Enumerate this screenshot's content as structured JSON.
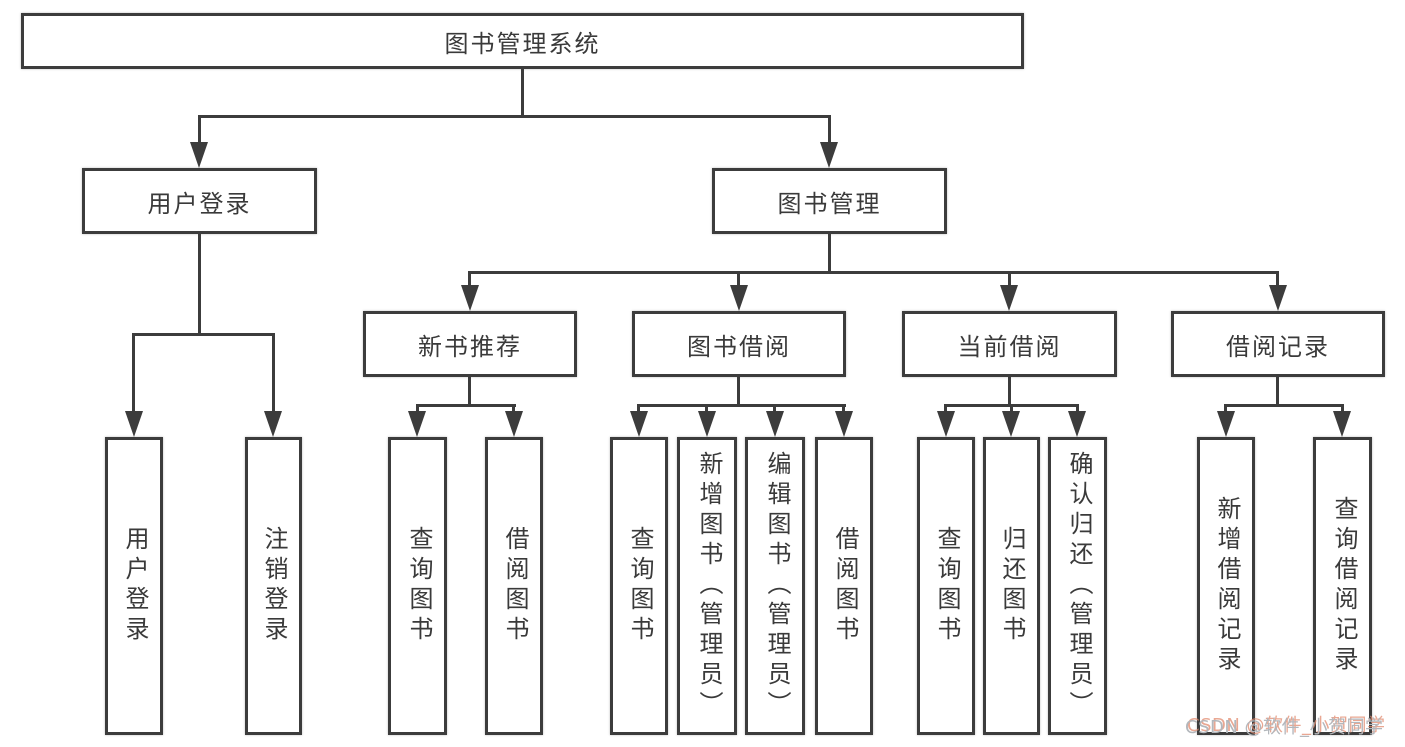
{
  "diagram": {
    "title_note": "functional structure tree",
    "root": {
      "label": "图书管理系统"
    },
    "branches": [
      {
        "label": "用户登录",
        "children": [
          {
            "label": "用户登录"
          },
          {
            "label": "注销登录"
          }
        ]
      },
      {
        "label": "图书管理",
        "children": [
          {
            "label": "新书推荐",
            "children": [
              {
                "label": "查询图书"
              },
              {
                "label": "借阅图书"
              }
            ]
          },
          {
            "label": "图书借阅",
            "children": [
              {
                "label": "查询图书"
              },
              {
                "label": "新增图书（管理员）"
              },
              {
                "label": "编辑图书（管理员）"
              },
              {
                "label": "借阅图书"
              }
            ]
          },
          {
            "label": "当前借阅",
            "children": [
              {
                "label": "查询图书"
              },
              {
                "label": "归还图书"
              },
              {
                "label": "确认归还（管理员）"
              }
            ]
          },
          {
            "label": "借阅记录",
            "children": [
              {
                "label": "新增借阅记录"
              },
              {
                "label": "查询借阅记录"
              }
            ]
          }
        ]
      }
    ]
  },
  "watermark": {
    "text": "CSDN @软件_小贺同学"
  },
  "colors": {
    "line": "#3c3c3c",
    "text": "#3a3a3a",
    "background": "#ffffff",
    "watermark_gray": "#b3b7bc",
    "watermark_accent": "#e28970"
  }
}
